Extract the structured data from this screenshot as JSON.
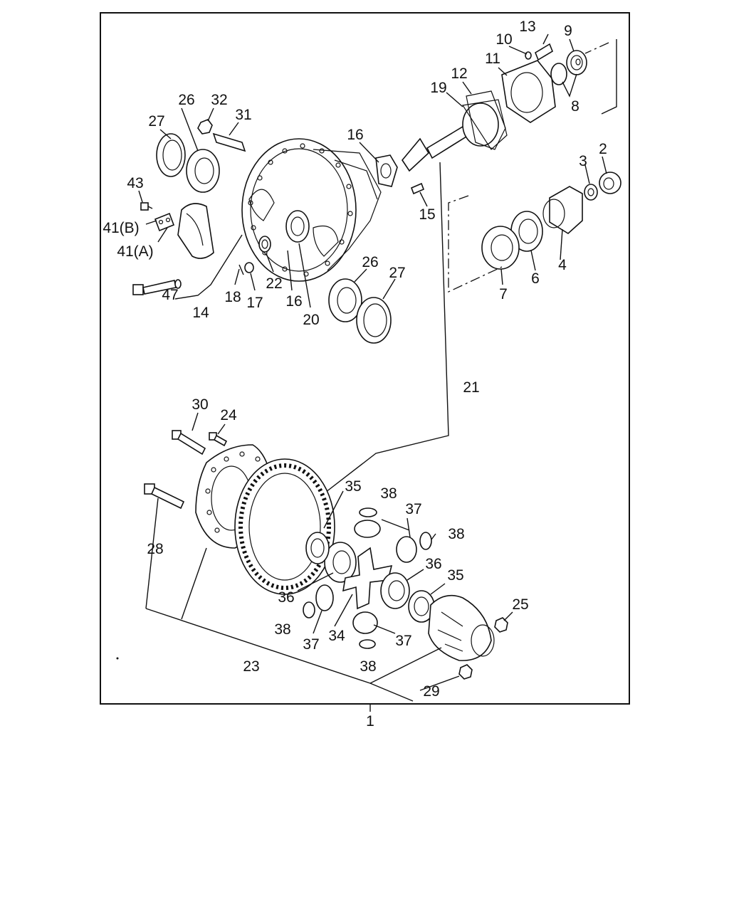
{
  "diagram": {
    "assembly_label": "1",
    "callouts": {
      "n2": "2",
      "n3": "3",
      "n4": "4",
      "n6": "6",
      "n7": "7",
      "n8": "8",
      "n9": "9",
      "n10": "10",
      "n11": "11",
      "n12": "12",
      "n13": "13",
      "n14": "14",
      "n15": "15",
      "n16a": "16",
      "n16b": "16",
      "n17": "17",
      "n18": "18",
      "n19": "19",
      "n20": "20",
      "n21": "21",
      "n22": "22",
      "n23": "23",
      "n24": "24",
      "n25": "25",
      "n26a": "26",
      "n26b": "26",
      "n27a": "27",
      "n27b": "27",
      "n28": "28",
      "n29": "29",
      "n30": "30",
      "n31": "31",
      "n32": "32",
      "n34": "34",
      "n35a": "35",
      "n35b": "35",
      "n36a": "36",
      "n36b": "36",
      "n37a": "37",
      "n37b": "37",
      "n37c": "37",
      "n38a": "38",
      "n38b": "38",
      "n38c": "38",
      "n38d": "38",
      "n41a": "41(A)",
      "n41b": "41(B)",
      "n43": "43",
      "n47": "47"
    }
  }
}
